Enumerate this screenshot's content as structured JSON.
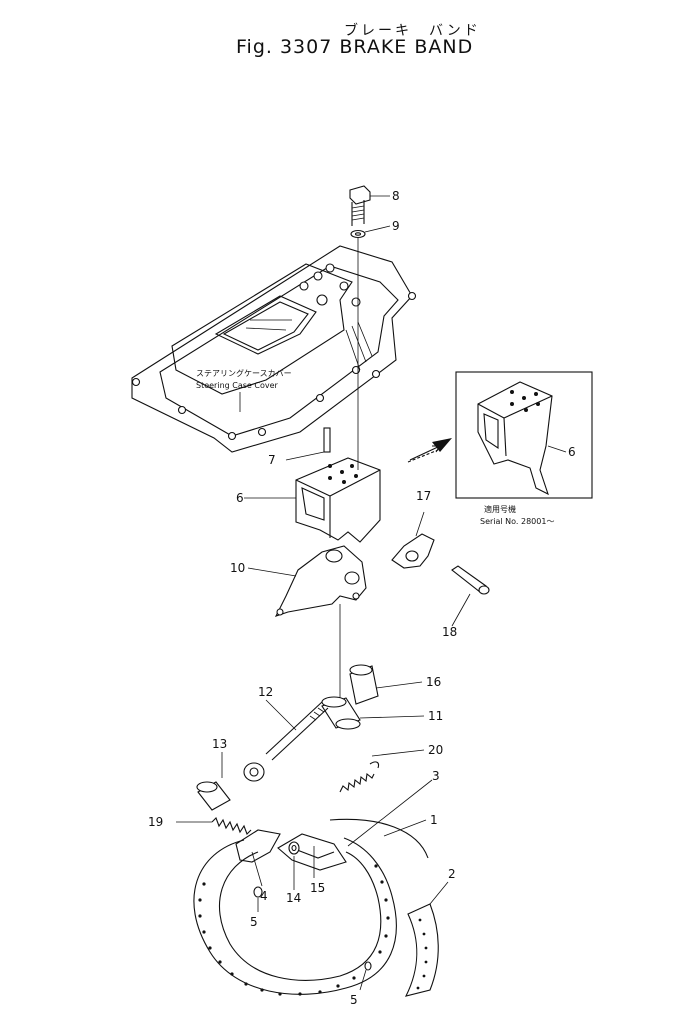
{
  "title": {
    "japanese": "ブレーキ　バンド",
    "english": "Fig. 3307   BRAKE BAND"
  },
  "annotations": {
    "cover_jp": "ステアリングケースカバー",
    "cover_en": "Steering Case Cover",
    "serial_jp": "適用号機",
    "serial_en": "Serial  No.  28001～"
  },
  "labels": {
    "p1": "1",
    "p2": "2",
    "p3": "3",
    "p4": "4",
    "p5a": "5",
    "p5b": "5",
    "p6a": "6",
    "p6b": "6",
    "p7": "7",
    "p8": "8",
    "p9": "9",
    "p10": "10",
    "p11": "11",
    "p12": "12",
    "p13": "13",
    "p14": "14",
    "p15": "15",
    "p16": "16",
    "p17": "17",
    "p18": "18",
    "p19": "19",
    "p20": "20"
  }
}
